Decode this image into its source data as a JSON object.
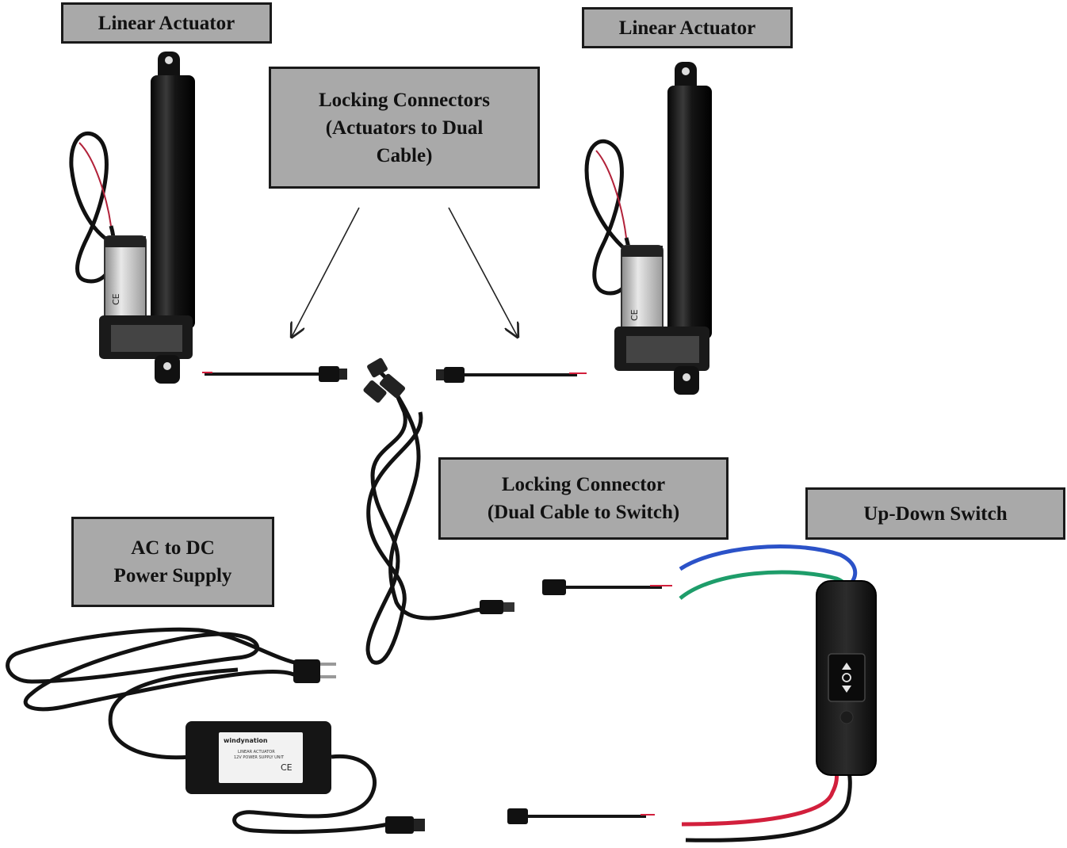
{
  "labels": {
    "actuator_left": "Linear Actuator",
    "actuator_right": "Linear Actuator",
    "locking_connectors": [
      "Locking Connectors",
      "(Actuators to Dual",
      "Cable)"
    ],
    "locking_connector_switch": [
      "Locking Connector",
      "(Dual Cable to Switch)"
    ],
    "up_down_switch": "Up-Down Switch",
    "power_supply": [
      "AC to DC",
      "Power Supply"
    ]
  },
  "power_supply_sticker": {
    "brand": "windynation",
    "line1": "LINEAR ACTUATOR",
    "line2": "12V POWER SUPPLY UNIT",
    "ce_mark": "CE"
  },
  "actuator_motor_mark": "CE",
  "colors": {
    "label_fill": "#a9a9a9",
    "label_border": "#1a1a1a",
    "cable": "#151515",
    "wire_red": "#d21f3c",
    "wire_blue": "#2b52c8",
    "wire_green": "#1e9d6a"
  }
}
